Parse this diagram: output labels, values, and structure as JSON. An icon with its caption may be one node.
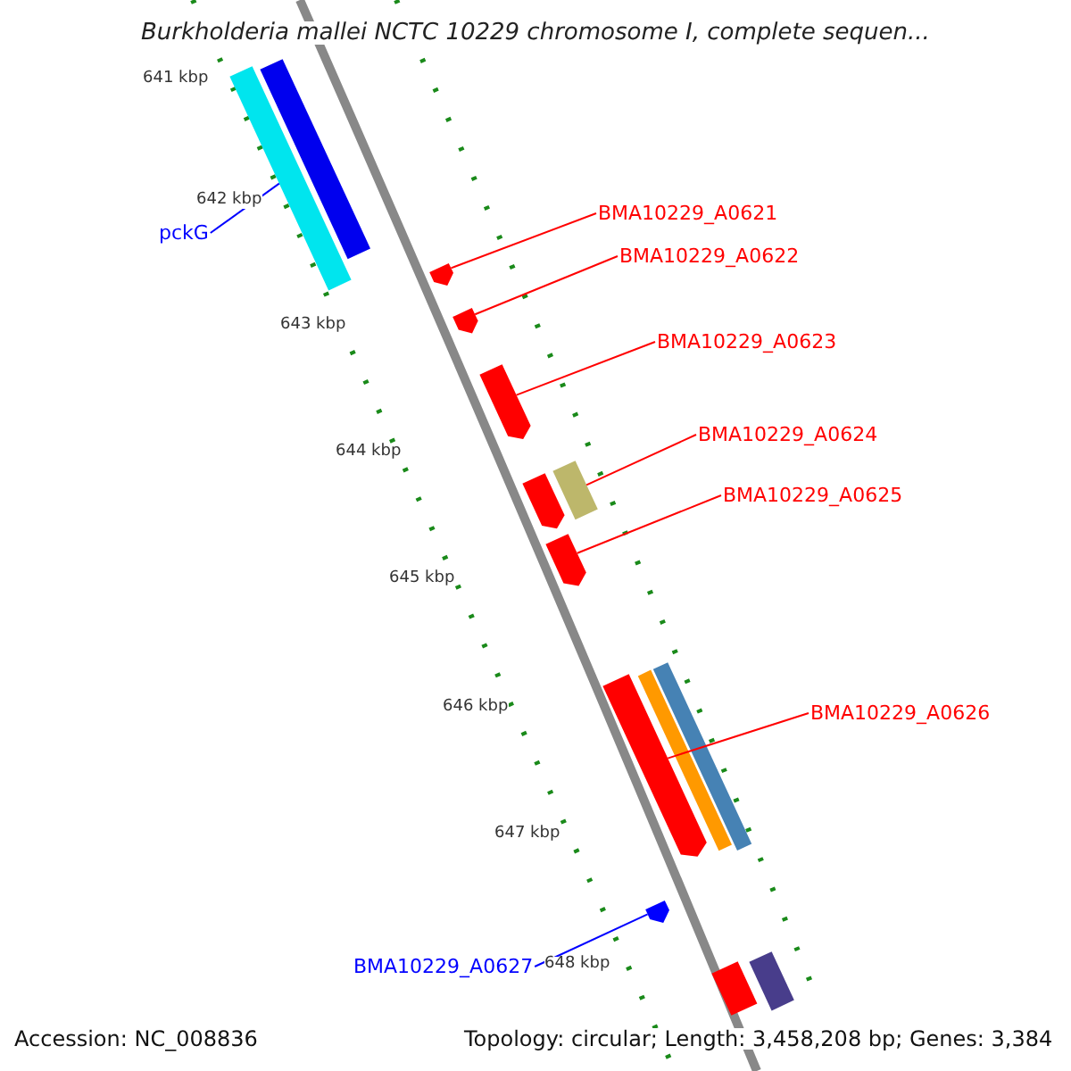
{
  "diagram": {
    "title": "Burkholderia mallei NCTC 10229 chromosome I, complete sequen...",
    "nodes": [
      {
        "text": [
          "pckG"
        ]
      },
      {
        "text": [],
        "shape": "bar"
      },
      {
        "text": [
          "BMA10229_A0621"
        ]
      },
      {
        "text": [],
        "shape": "bar"
      },
      {
        "text": [
          "BMA10229_A0622"
        ]
      },
      {
        "text": [],
        "shape": "bar"
      },
      {
        "text": [
          "BMA10229_A0623"
        ]
      },
      {
        "text": [],
        "shape": "bar"
      },
      {
        "text": [
          "BMA10229_A0624"
        ]
      },
      {
        "text": [],
        "shape": "bar"
      },
      {
        "text": [
          "BMA10229_A0625"
        ]
      },
      {
        "text": [],
        "shape": "bar"
      },
      {
        "text": [
          "BMA10229_A0626"
        ]
      },
      {
        "text": [],
        "shape": "bar"
      },
      {
        "text": [
          "BMA10229_A0627"
        ]
      },
      {
        "text": [],
        "shape": "bar"
      },
      {
        "text": [],
        "shape": "bar"
      },
      {
        "text": [],
        "shape": "bar"
      },
      {
        "text": [],
        "shape": "bar"
      },
      {
        "text": [],
        "shape": "bar"
      },
      {
        "text": [],
        "shape": "bar"
      },
      {
        "text": [],
        "shape": "bar"
      }
    ],
    "edges": [
      {
        "from": 0,
        "to": 1,
        "arrow": "none",
        "color": "#0000ff"
      },
      {
        "from": 2,
        "to": 3,
        "arrow": "none"
      },
      {
        "from": 4,
        "to": 5,
        "arrow": "none"
      },
      {
        "from": 6,
        "to": 7,
        "arrow": "none"
      },
      {
        "from": 8,
        "to": 9,
        "arrow": "none"
      },
      {
        "from": 10,
        "to": 11,
        "arrow": "none"
      },
      {
        "from": 12,
        "to": 13,
        "arrow": "none"
      },
      {
        "from": 14,
        "to": 15,
        "arrow": "none",
        "color": "#0000ff"
      }
    ],
    "labels": [
      "641 kbp",
      "642 kbp",
      "643 kbp",
      "644 kbp",
      "645 kbp",
      "646 kbp",
      "647 kbp",
      "648 kbp",
      "Accession: NC_008836",
      "Topology: circular; Length: 3,458,208 bp; Genes: 3,384"
    ]
  }
}
